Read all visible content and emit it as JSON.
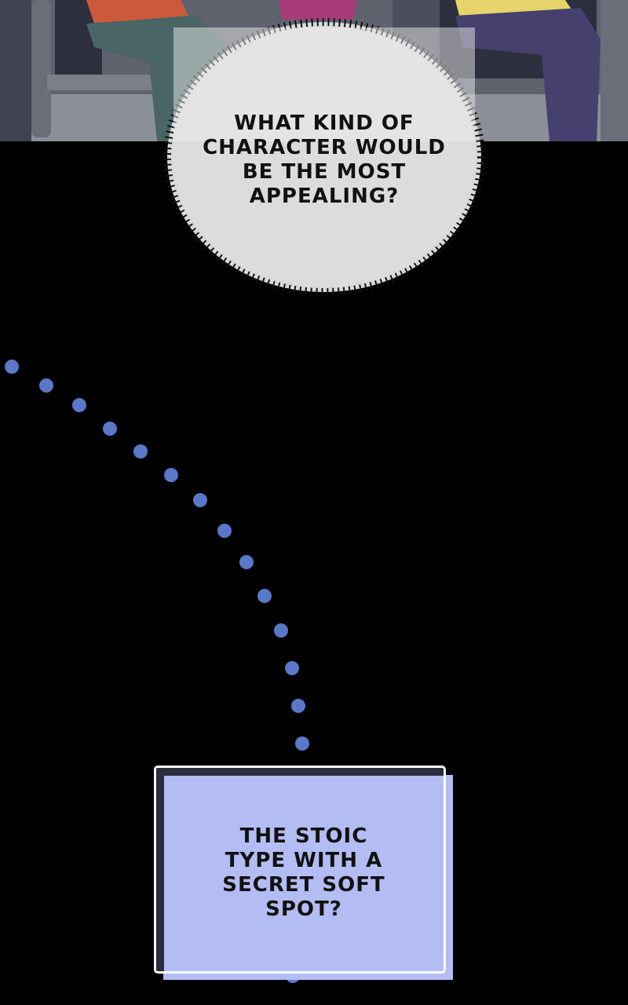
{
  "panel_top": {
    "speech_bubble": {
      "lines": [
        "WHAT KIND OF",
        "CHARACTER WOULD",
        "BE THE MOST",
        "APPEALING?"
      ]
    }
  },
  "caption_box": {
    "lines": [
      "THE STOIC",
      "TYPE WITH A",
      "SECRET SOFT",
      "SPOT?"
    ]
  },
  "colors": {
    "dots": "#5a78c8",
    "caption_bg": "#b3bdf3",
    "bubble_bg": "#d9d9d9"
  }
}
